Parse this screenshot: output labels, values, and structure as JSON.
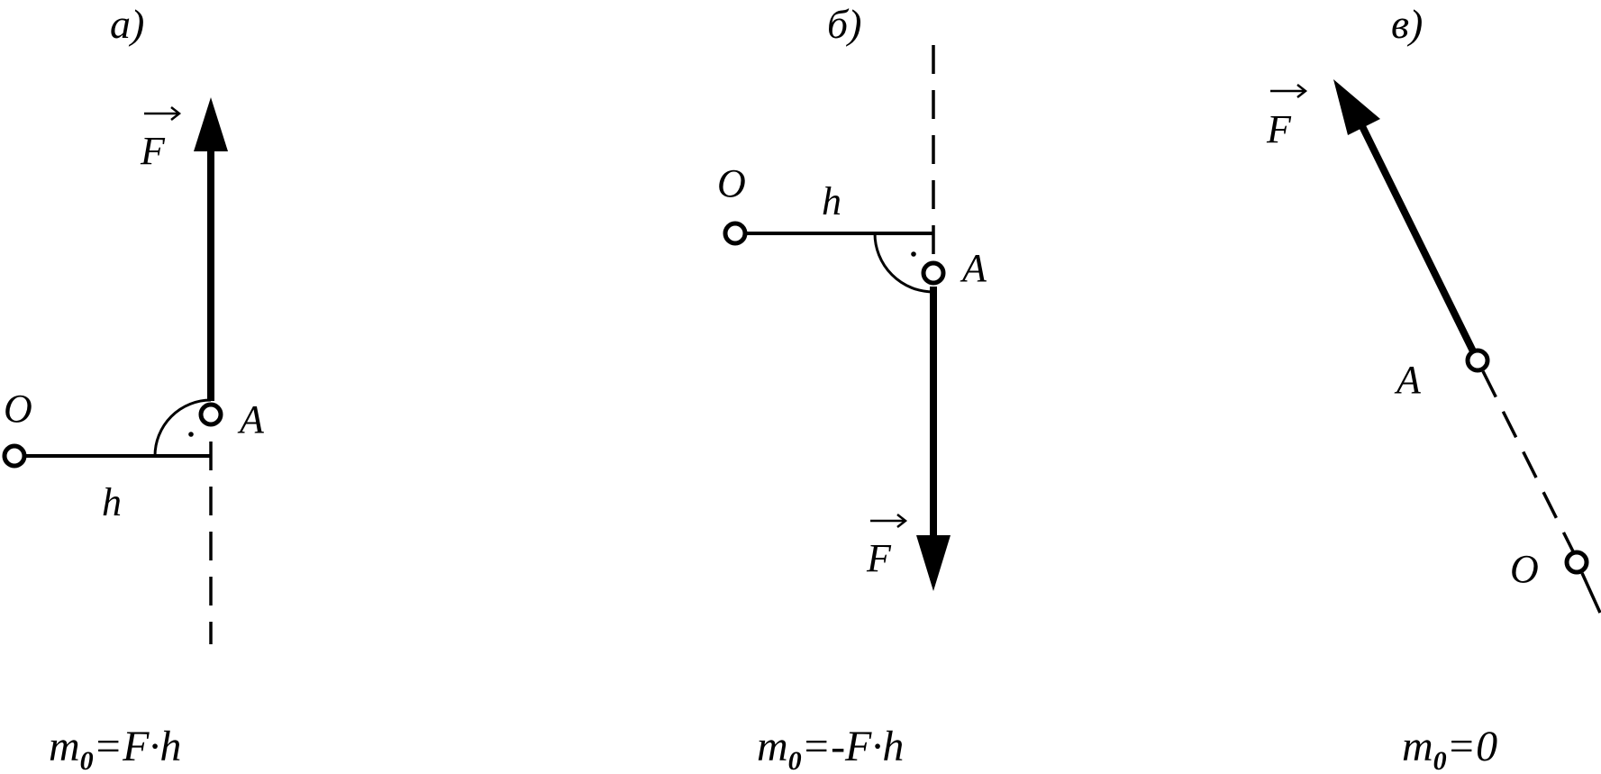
{
  "panels": [
    {
      "id": "a",
      "caption": "а)",
      "labels": {
        "O": "O",
        "A": "A",
        "h": "h",
        "F": "F"
      },
      "formula": {
        "m": "m",
        "sub": "0",
        "rest": "=F·h"
      }
    },
    {
      "id": "b",
      "caption": "б)",
      "labels": {
        "O": "O",
        "A": "A",
        "h": "h",
        "F": "F"
      },
      "formula": {
        "m": "m",
        "sub": "0",
        "rest": "=-F·h"
      }
    },
    {
      "id": "c",
      "caption": "в)",
      "labels": {
        "O": "O",
        "A": "A",
        "F": "F"
      },
      "formula": {
        "m": "m",
        "sub": "0",
        "rest": "=0"
      }
    }
  ]
}
